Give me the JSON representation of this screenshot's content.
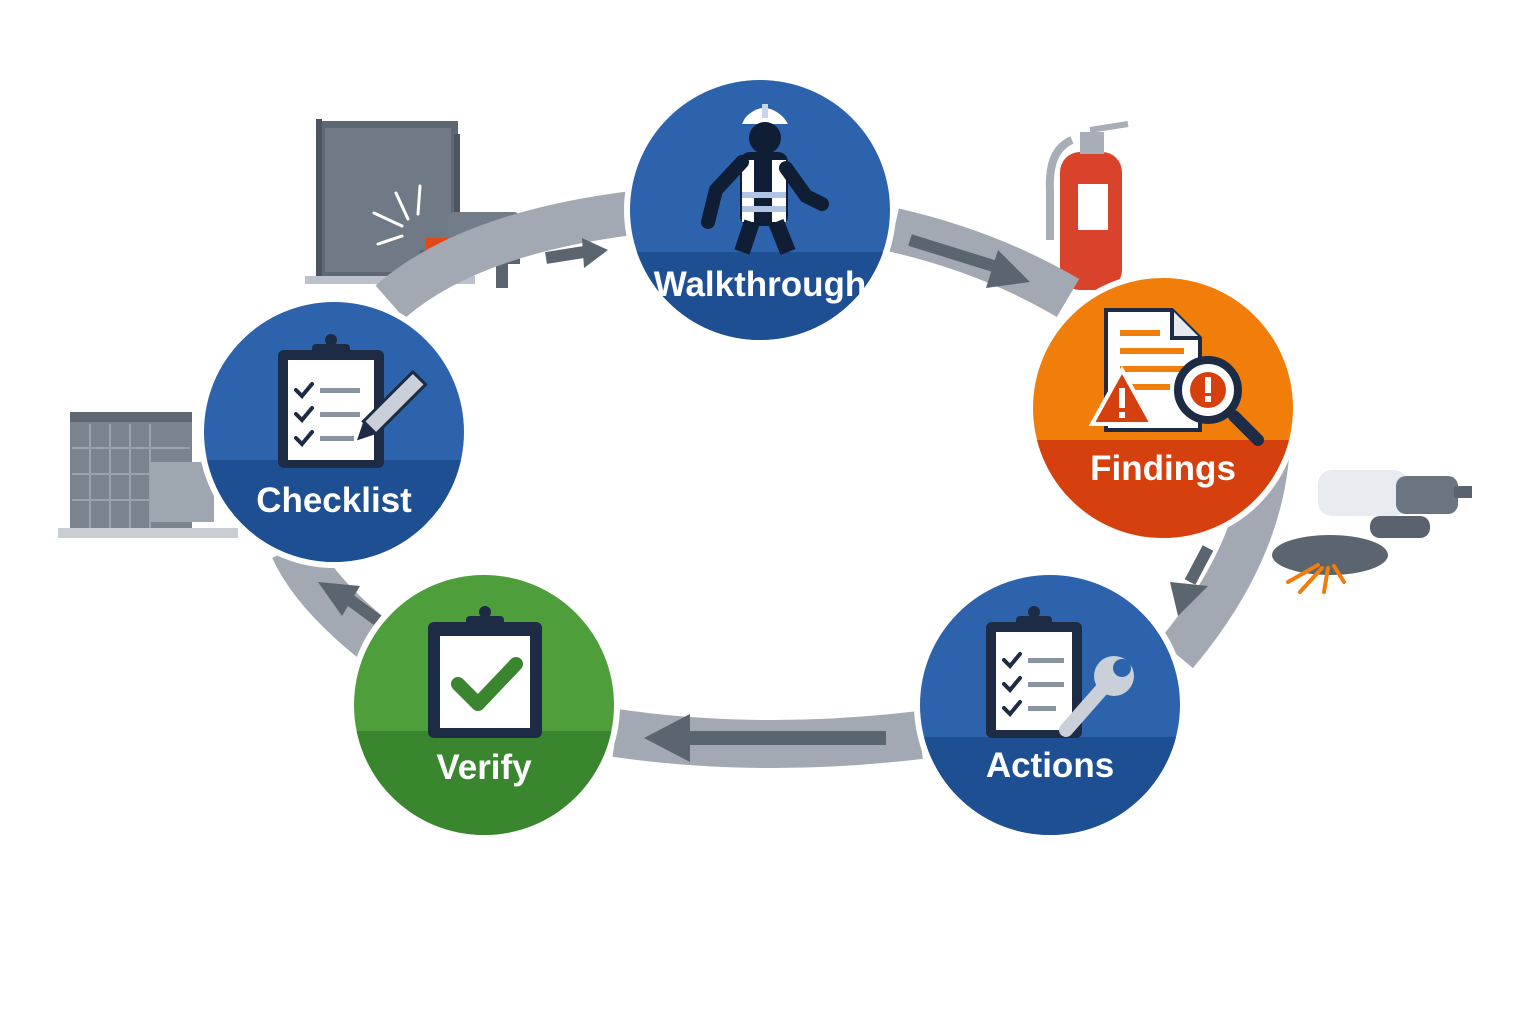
{
  "stages": [
    {
      "id": "walkthrough",
      "label": "Walkthrough",
      "icon": "inspector-in-hi-vis-vest-icon",
      "color": "#2d63ad",
      "band_color": "#1f4f93"
    },
    {
      "id": "findings",
      "label": "Findings",
      "icon": "report-with-warning-magnifier-icon",
      "color": "#f17d0b",
      "band_color": "#d6400f"
    },
    {
      "id": "actions",
      "label": "Actions",
      "icon": "clipboard-wrench-icon",
      "color": "#2d63ad",
      "band_color": "#1f4f93"
    },
    {
      "id": "verify",
      "label": "Verify",
      "icon": "clipboard-checkmark-icon",
      "color": "#4f9e3c",
      "band_color": "#3a862f"
    },
    {
      "id": "checklist",
      "label": "Checklist",
      "icon": "clipboard-pencil-icon",
      "color": "#2d63ad",
      "band_color": "#1f4f93"
    }
  ],
  "cycle_arrow_color": "#a3a9b3",
  "cycle_arrow_direction": "clockwise",
  "background_illustrations": [
    "welding-screen-icon",
    "fire-extinguisher-icon",
    "angle-grinder-icon",
    "warehouse-building-icon"
  ]
}
